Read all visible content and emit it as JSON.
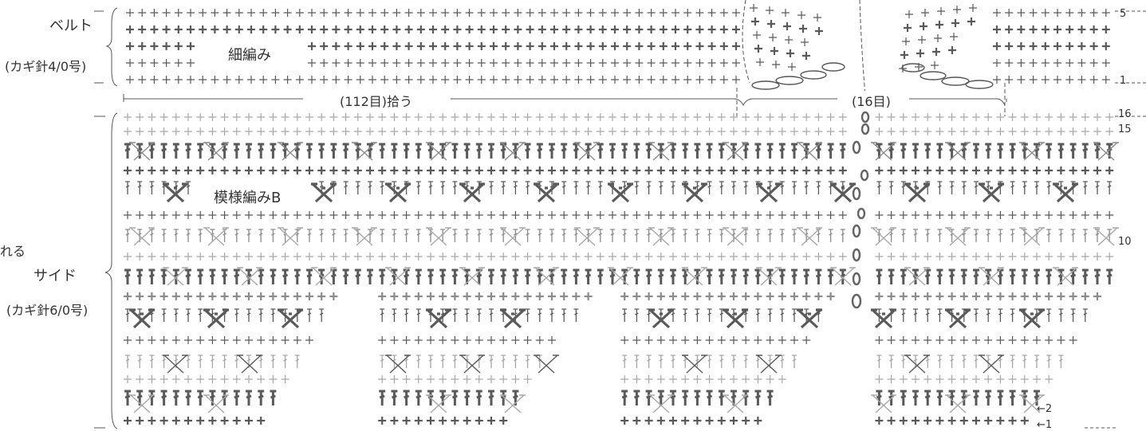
{
  "labels": {
    "belt": "ベルト",
    "belt_hook": "(カギ針4/0号)",
    "belt_stitch": "細編み",
    "pickup_main": "(112目)拾う",
    "pickup_side": "(16目)",
    "side": "サイド",
    "side_hook": "(カギ針6/0号)",
    "pattern_b": "模様編みB",
    "cut_text": "れる"
  },
  "row_numbers": {
    "belt_top": "5",
    "belt_bottom": "1",
    "side_top": "16",
    "side_15": "15",
    "side_10": "10",
    "side_2": "←2",
    "side_1": "←1"
  },
  "colors": {
    "dark": "#5a5a5a",
    "mid": "#8c8c8c",
    "light": "#a8a8a8",
    "text": "#333333"
  },
  "symbols": [
    "single-crochet",
    "double-crochet",
    "crossed-double-crochet",
    "chain-stitch",
    "slip-stitch"
  ]
}
